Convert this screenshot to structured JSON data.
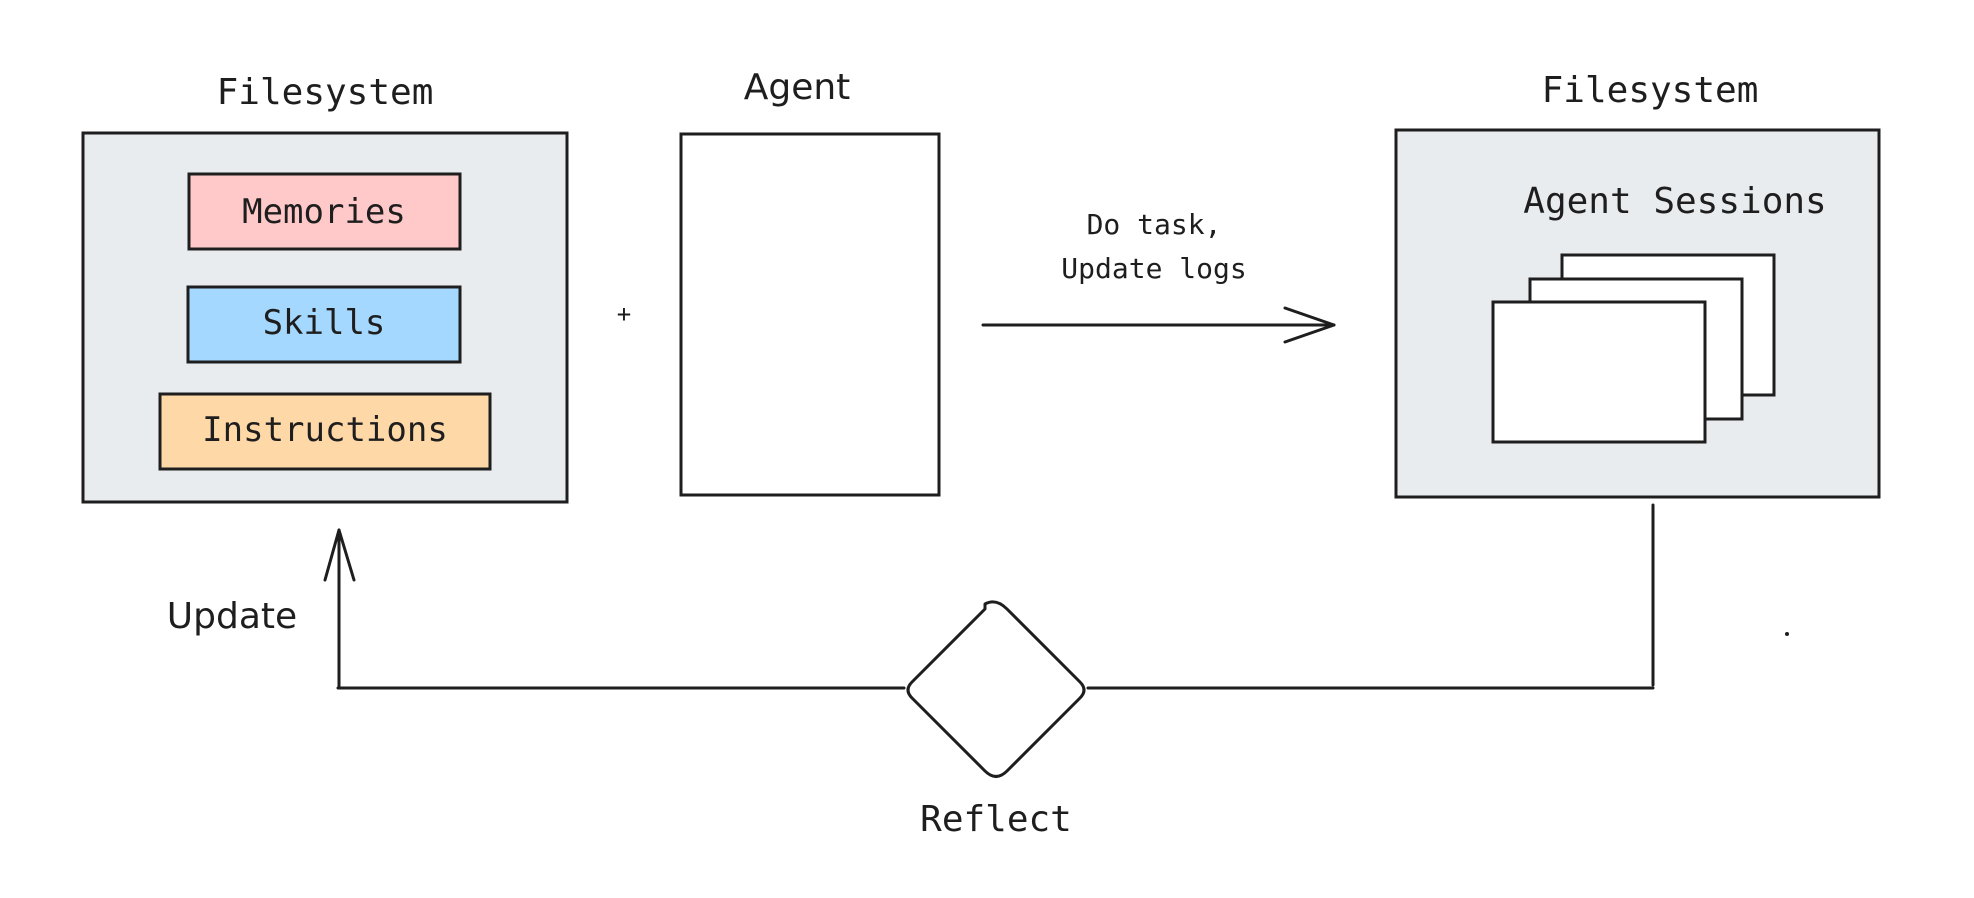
{
  "left_store": {
    "title": "Filesystem",
    "items": [
      {
        "label": "Memories",
        "color": "#ffc9c9"
      },
      {
        "label": "Skills",
        "color": "#a5d8ff"
      },
      {
        "label": "Instructions",
        "color": "#ffd8a8"
      }
    ],
    "panel_color": "#e9ecef"
  },
  "plus_sign": "+",
  "agent": {
    "title": "Agent"
  },
  "task_arrow": {
    "line1": "Do task,",
    "line2": "Update logs"
  },
  "right_store": {
    "title": "Filesystem",
    "subtitle": "Agent Sessions",
    "panel_color": "#e9ecef"
  },
  "reflect_label": "Reflect",
  "update_label": "Update",
  "stroke_color": "#1e1e1e"
}
